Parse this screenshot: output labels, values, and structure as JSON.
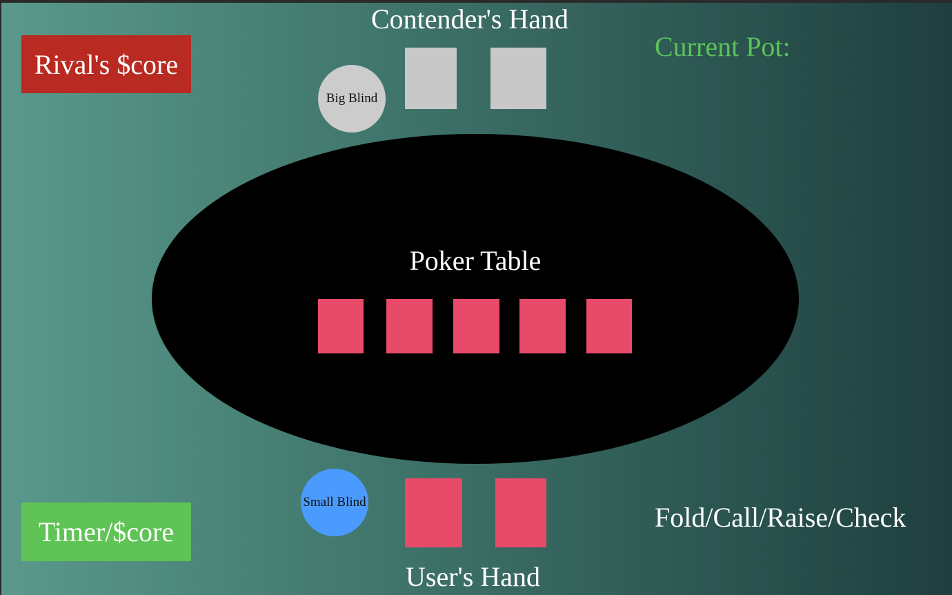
{
  "scores": {
    "rival_label": "Rival's $core",
    "timer_label": "Timer/$core"
  },
  "contender": {
    "title": "Contender's Hand",
    "big_blind_label": "Big Blind",
    "card_color": "#c8c8c8"
  },
  "pot": {
    "label": "Current Pot:"
  },
  "table": {
    "title": "Poker Table",
    "community_cards_count": 5,
    "card_color": "#e84a6a"
  },
  "user": {
    "title": "User's Hand",
    "small_blind_label": "Small Blind",
    "card_color": "#e84a6a"
  },
  "actions": {
    "label": "Fold/Call/Raise/Check"
  },
  "colors": {
    "rival_box": "#b92b22",
    "timer_box": "#5fc355",
    "pot_text": "#5cc25a",
    "big_blind_chip": "#cccccc",
    "small_blind_chip": "#4b9bff",
    "table": "#000000"
  }
}
